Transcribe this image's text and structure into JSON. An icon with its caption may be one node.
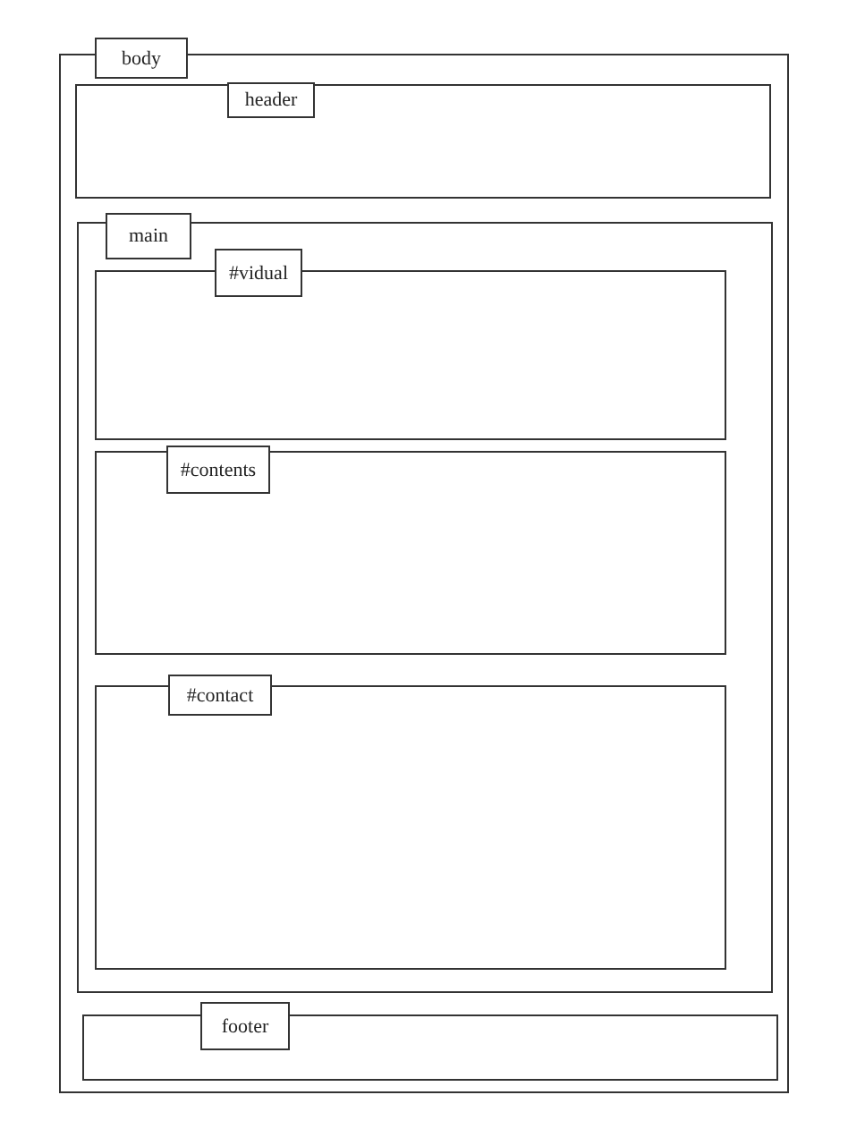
{
  "diagram": {
    "nodes": [
      {
        "text": [
          "body"
        ]
      },
      {
        "text": [
          "header"
        ],
        "in": 0
      },
      {
        "text": [
          "main"
        ],
        "in": 0
      },
      {
        "text": [
          "#vidual"
        ],
        "in": 2
      },
      {
        "text": [
          "#contents"
        ],
        "in": 2
      },
      {
        "text": [
          "#contact"
        ],
        "in": 2
      },
      {
        "text": [
          "footer"
        ],
        "in": 0
      }
    ]
  }
}
